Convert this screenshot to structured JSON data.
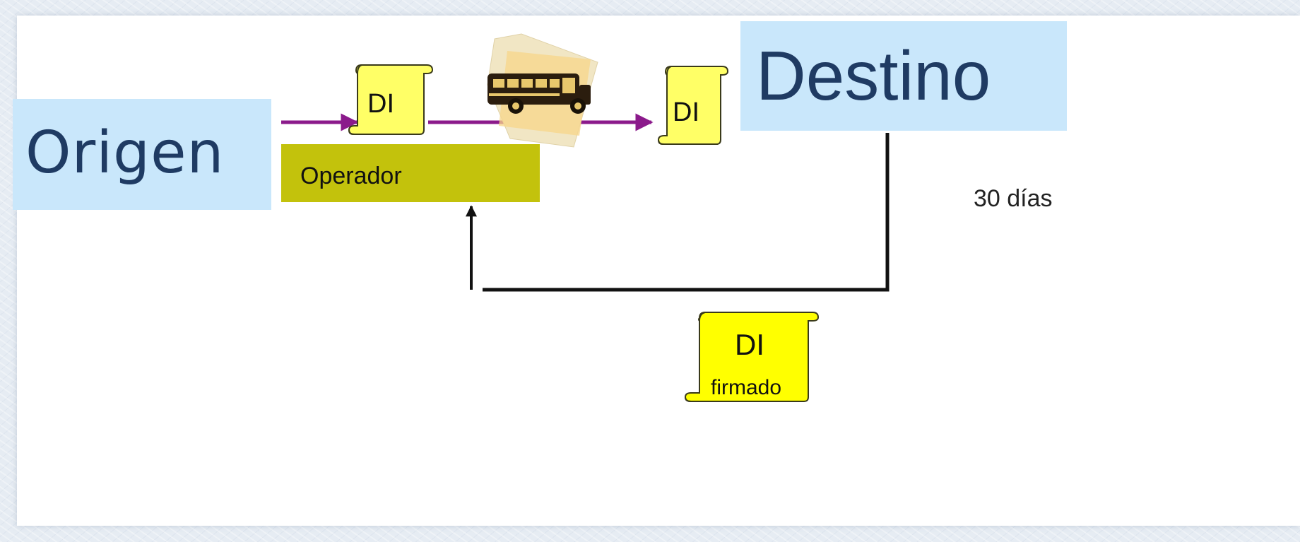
{
  "nodes": {
    "origen": "Origen",
    "destino": "Destino",
    "operador": "Operador"
  },
  "documents": [
    {
      "label": "DI"
    },
    {
      "label": "DI"
    },
    {
      "label": "DI",
      "sublabel": "firmado"
    }
  ],
  "annotation": "30 días",
  "colors": {
    "box_fill": "#c9e7fb",
    "box_text": "#1f3b63",
    "operador_fill": "#c3c20c",
    "document_fill": "#ffff66",
    "flow_arrow": "#8b1a8b",
    "return_arrow": "#111111"
  },
  "icons": [
    "scroll-document-icon",
    "school-bus-icon"
  ]
}
